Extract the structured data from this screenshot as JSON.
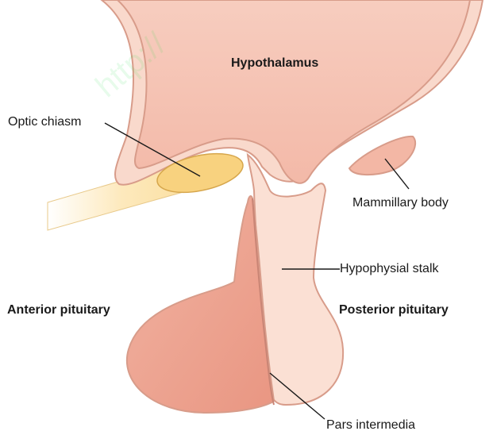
{
  "labels": {
    "hypothalamus": "Hypothalamus",
    "optic_chiasm": "Optic chiasm",
    "mammillary_body": "Mammillary body",
    "hypophysial_stalk": "Hypophysial stalk",
    "anterior_pituitary": "Anterior pituitary",
    "posterior_pituitary": "Posterior pituitary",
    "pars_intermedia": "Pars intermedia"
  },
  "watermark": "http://",
  "colors": {
    "tissue_fill": "#f6c7b8",
    "tissue_light": "#fbe0d4",
    "tissue_edge": "#d89c8a",
    "anterior_fill": "#eea493",
    "optic_fill": "#fde7b4",
    "chiasm_fill": "#f8d27f",
    "line": "#1a1a1a"
  }
}
